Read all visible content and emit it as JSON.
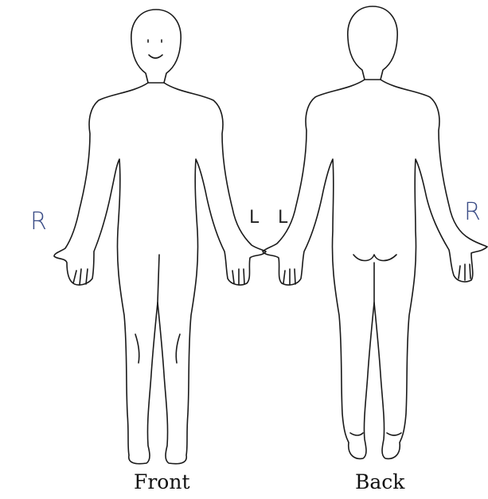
{
  "labels": {
    "front": "Front",
    "back": "Back"
  },
  "annotations": {
    "front_right": "R",
    "front_left": "L",
    "back_left": "L",
    "back_right": "R"
  },
  "colors": {
    "outline": "#1a1a1a",
    "handwriting_blue": "#3a4c86"
  }
}
